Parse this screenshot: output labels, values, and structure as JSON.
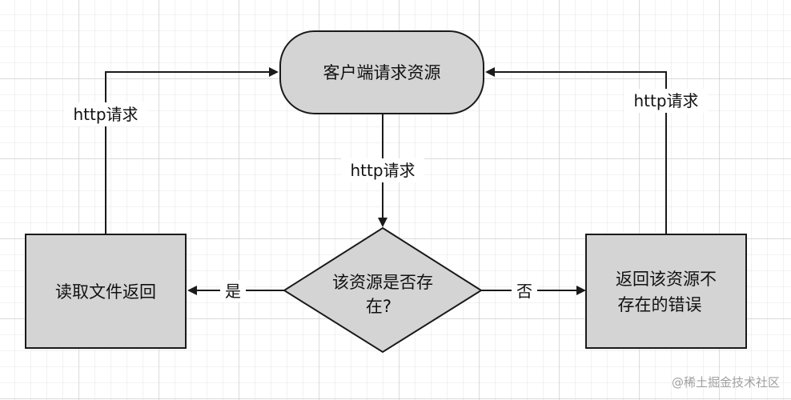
{
  "diagram": {
    "nodes": {
      "client_request": {
        "label": "客户端请求资源"
      },
      "exists_decision": {
        "line1": "该资源是否存",
        "line2": "在?"
      },
      "read_file": {
        "label": "读取文件返回"
      },
      "return_error": {
        "line1": "返回该资源不",
        "line2": "存在的错误"
      }
    },
    "edges": {
      "request_to_decision": {
        "label": "http请求"
      },
      "decision_yes": {
        "label": "是"
      },
      "decision_no": {
        "label": "否"
      },
      "read_to_client": {
        "label": "http请求"
      },
      "error_to_client": {
        "label": "http请求"
      }
    },
    "colors": {
      "node_fill": "#d4d4d4",
      "stroke": "#1a1a1a"
    }
  },
  "watermark": "@稀土掘金技术社区"
}
